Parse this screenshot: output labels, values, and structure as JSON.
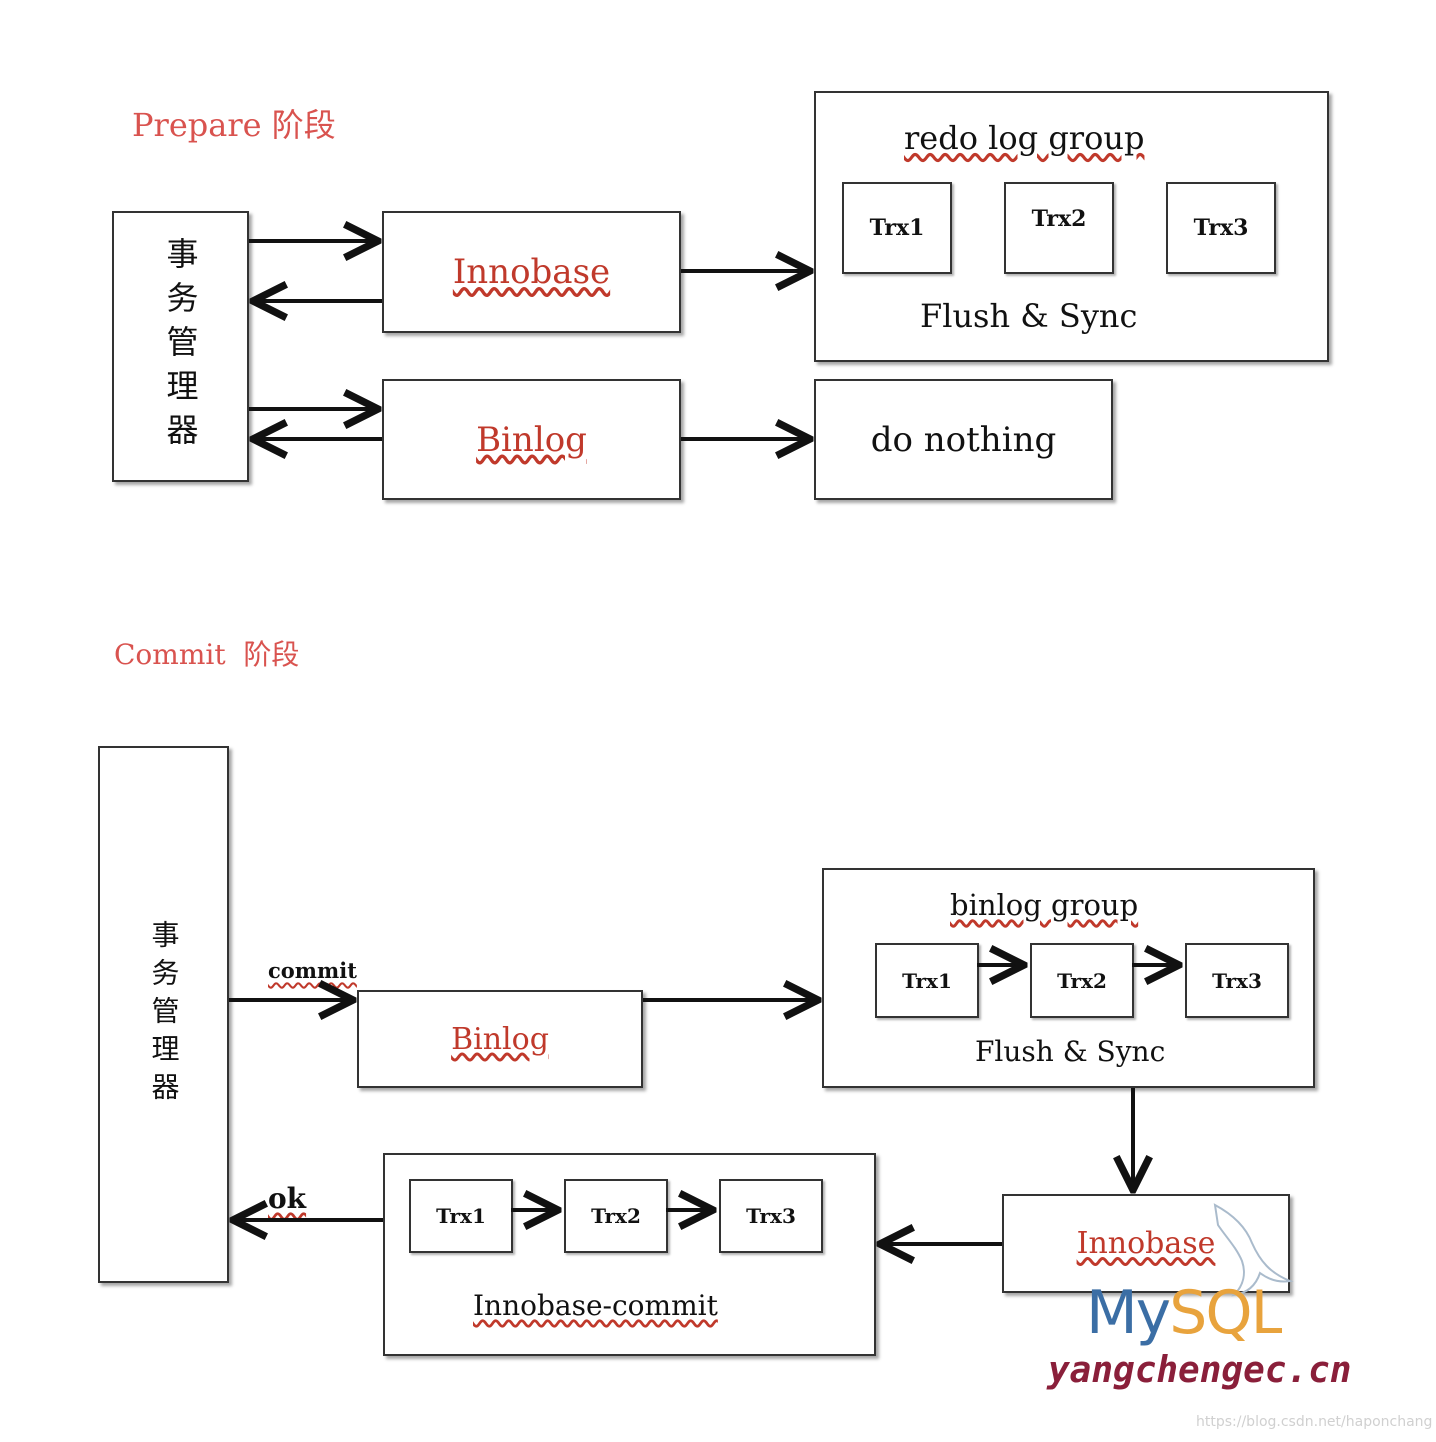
{
  "prepare": {
    "heading": "Prepare 阶段",
    "manager": "事务管理器",
    "innobase": "Innobase",
    "binlog": "Binlog",
    "redo_group": {
      "title": "redo log group",
      "trx": [
        "Trx1",
        "Trx2",
        "Trx3"
      ],
      "footer": "Flush & Sync"
    },
    "do_nothing": "do nothing"
  },
  "commit": {
    "heading": "Commit  阶段",
    "manager": "事务管理器",
    "commit_label": "commit",
    "binlog": "Binlog",
    "binlog_group": {
      "title": "binlog group",
      "trx": [
        "Trx1",
        "Trx2",
        "Trx3"
      ],
      "footer": "Flush & Sync"
    },
    "innobase": "Innobase",
    "innobase_commit": {
      "trx": [
        "Trx1",
        "Trx2",
        "Trx3"
      ],
      "footer": "Innobase-commit"
    },
    "ok_label": "ok"
  },
  "watermark": {
    "logo": "MySQL",
    "site": "yangchengec.cn",
    "url": "https://blog.csdn.net/haponchang"
  }
}
